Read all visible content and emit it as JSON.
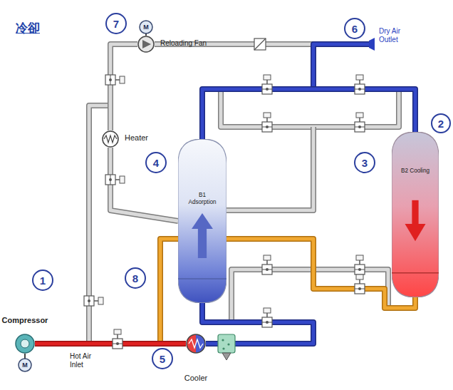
{
  "diagram": {
    "title": "冷卻",
    "nodes": [
      {
        "text": [
          "Reloading Fan"
        ]
      },
      {
        "text": [
          "Heater"
        ]
      },
      {
        "text": [
          "B1 Adsorption"
        ]
      },
      {
        "text": [
          "B2 Cooling"
        ]
      },
      {
        "text": [
          "Compressor"
        ]
      },
      {
        "text": [
          "Cooler"
        ]
      }
    ],
    "edges": [
      {
        "from": 4,
        "to": 3,
        "arrow": "none"
      },
      {
        "from": 4,
        "to": 5,
        "arrow": "none"
      },
      {
        "from": 5,
        "to": 2,
        "arrow": "none"
      },
      {
        "from": 2,
        "to": 3,
        "arrow": "none"
      },
      {
        "from": 0,
        "to": 1,
        "arrow": "none"
      },
      {
        "from": 1,
        "to": 2,
        "arrow": "none"
      }
    ],
    "labels": [
      "7",
      "M",
      "6",
      "Dry Air Outlet",
      "2",
      "4",
      "3",
      "8",
      "1",
      "Hot Air Inlet",
      "5",
      "M"
    ]
  }
}
